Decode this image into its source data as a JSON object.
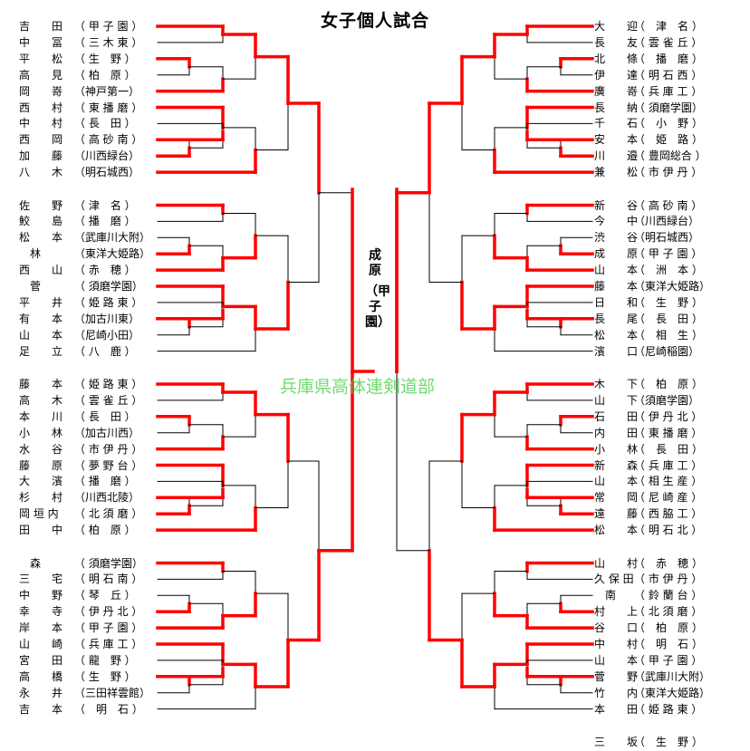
{
  "title": "女子個人試合",
  "champion": {
    "name": "成原",
    "school": "（甲子園）"
  },
  "watermark": "兵庫県高体連剣道部",
  "left_entries": [
    {
      "name": "吉　　田",
      "school": "（ 甲 子 園 ）"
    },
    {
      "name": "中　　冨",
      "school": "（ 三 木 東 ）"
    },
    {
      "name": "平　　松",
      "school": "（ 生　野 ）"
    },
    {
      "name": "高　　見",
      "school": "（ 柏　原 ）"
    },
    {
      "name": "岡　　嵜",
      "school": "（神戸第一）"
    },
    {
      "name": "西　　村",
      "school": "（ 東 播 磨 ）"
    },
    {
      "name": "中　　村",
      "school": "（ 長　田 ）"
    },
    {
      "name": "西　　岡",
      "school": "（ 高 砂 南 ）"
    },
    {
      "name": "加　　藤",
      "school": "（川西緑台）"
    },
    {
      "name": "八　　木",
      "school": "（明石城西）"
    },
    {
      "name": "佐　　野",
      "school": "（ 津　名 ）"
    },
    {
      "name": "鮫　　島",
      "school": "（ 播　磨 ）"
    },
    {
      "name": "松　　本",
      "school": "（武庫川大附）"
    },
    {
      "name": "　林",
      "school": "（東洋大姫路）"
    },
    {
      "name": "西　　山",
      "school": "（ 赤　穂 ）"
    },
    {
      "name": "　菅",
      "school": "（ 須磨学園）"
    },
    {
      "name": "平　　井",
      "school": "（ 姫 路 東 ）"
    },
    {
      "name": "有　　本",
      "school": "（加古川東）"
    },
    {
      "name": "山　　本",
      "school": "（尼崎小田）"
    },
    {
      "name": "足　　立",
      "school": "（ 八　鹿 ）"
    },
    {
      "name": "藤　　本",
      "school": "（ 姫 路 東 ）"
    },
    {
      "name": "高　　木",
      "school": "（ 雲 雀 丘 ）"
    },
    {
      "name": "本　　川",
      "school": "（ 長　田 ）"
    },
    {
      "name": "小　　林",
      "school": "（加古川西）"
    },
    {
      "name": "水　　谷",
      "school": "（ 市 伊 丹 ）"
    },
    {
      "name": "藤　　原",
      "school": "（ 夢 野 台 ）"
    },
    {
      "name": "大　　濱",
      "school": "（ 播　磨 ）"
    },
    {
      "name": "杉　　村",
      "school": "（川西北陵）"
    },
    {
      "name": "岡 垣 内",
      "school": "（ 北 須 磨 ）"
    },
    {
      "name": "田　　中",
      "school": "（ 柏　原 ）"
    },
    {
      "name": "　森",
      "school": "（ 須磨学園）"
    },
    {
      "name": "三　　宅",
      "school": "（ 明 石 南 ）"
    },
    {
      "name": "中　　野",
      "school": "（ 琴　丘 ）"
    },
    {
      "name": "幸　　寺",
      "school": "（ 伊 丹 北 ）"
    },
    {
      "name": "岸　　本",
      "school": "（ 甲 子 園 ）"
    },
    {
      "name": "山　　崎",
      "school": "（ 兵 庫 工 ）"
    },
    {
      "name": "宮　　田",
      "school": "（ 龍　野 ）"
    },
    {
      "name": "高　　橋",
      "school": "（ 生　野 ）"
    },
    {
      "name": "永　　井",
      "school": "（三田祥雲館）"
    },
    {
      "name": "吉　　本",
      "school": "（　明　石 ）"
    }
  ],
  "right_entries": [
    {
      "name": "大　　迎",
      "school": "（　津　名 ）"
    },
    {
      "name": "長　　友",
      "school": "（ 雲 雀 丘 ）"
    },
    {
      "name": "北　　條",
      "school": "（　播　磨 ）"
    },
    {
      "name": "伊　　達",
      "school": "（ 明 石 西 ）"
    },
    {
      "name": "廣　　嵜",
      "school": "（ 兵 庫 工 ）"
    },
    {
      "name": "長　　納",
      "school": "（ 須磨学園）"
    },
    {
      "name": "千　　石",
      "school": "（　小　野 ）"
    },
    {
      "name": "安　　本",
      "school": "（　姫　路 ）"
    },
    {
      "name": "川　　邉",
      "school": "（ 豊岡総合 ）"
    },
    {
      "name": "兼　　松",
      "school": "（ 市 伊 丹 ）"
    },
    {
      "name": "新　　谷",
      "school": "（ 高 砂 南 ）"
    },
    {
      "name": "今　　中",
      "school": "（川西緑台）"
    },
    {
      "name": "渋　　谷",
      "school": "（明石城西）"
    },
    {
      "name": "成　　原",
      "school": "（ 甲 子 園 ）"
    },
    {
      "name": "山　　本",
      "school": "（　洲　本 ）"
    },
    {
      "name": "藤　　本",
      "school": "（東洋大姫路）"
    },
    {
      "name": "日　　和",
      "school": "（　生　野 ）"
    },
    {
      "name": "長　　尾",
      "school": "（　長　田 ）"
    },
    {
      "name": "松　　本",
      "school": "（　相　生 ）"
    },
    {
      "name": "濱　　口",
      "school": "（尼崎稲園）"
    },
    {
      "name": "木　　下",
      "school": "（　柏　原 ）"
    },
    {
      "name": "山　　下",
      "school": "（須磨学園）"
    },
    {
      "name": "石　　田",
      "school": "（ 伊 丹 北 ）"
    },
    {
      "name": "内　　田",
      "school": "（ 東 播 磨 ）"
    },
    {
      "name": "小　　林",
      "school": "（　長　田 ）"
    },
    {
      "name": "新　　森",
      "school": "（ 兵 庫 工 ）"
    },
    {
      "name": "山　　本",
      "school": "（ 相 生 産 ）"
    },
    {
      "name": "常　　岡",
      "school": "（ 尼 崎 産 ）"
    },
    {
      "name": "遠　　藤",
      "school": "（ 西 脇 工 ）"
    },
    {
      "name": "松　　本",
      "school": "（ 明 石 北 ）"
    },
    {
      "name": "山　　村",
      "school": "（　赤　穂 ）"
    },
    {
      "name": "久 保 田",
      "school": "（ 市 伊 丹 ）"
    },
    {
      "name": "　南",
      "school": "（ 鈴 蘭 台 ）"
    },
    {
      "name": "村　　上",
      "school": "（ 北 須 磨 ）"
    },
    {
      "name": "谷　　口",
      "school": "（　柏　原 ）"
    },
    {
      "name": "中　　村",
      "school": "（　明　石 ）"
    },
    {
      "name": "山　　本",
      "school": "（ 甲 子 園 ）"
    },
    {
      "name": "菅　　野",
      "school": "（武庫川大附）"
    },
    {
      "name": "竹　　内",
      "school": "（東洋大姫路）"
    },
    {
      "name": "本　　田",
      "school": "（ 姫 路 東 ）"
    },
    {
      "name": "三　　坂",
      "school": "（　生　野 ）"
    }
  ],
  "colors": {
    "win": "#ff0000",
    "line": "#000000",
    "watermark": "#4fd04f"
  }
}
